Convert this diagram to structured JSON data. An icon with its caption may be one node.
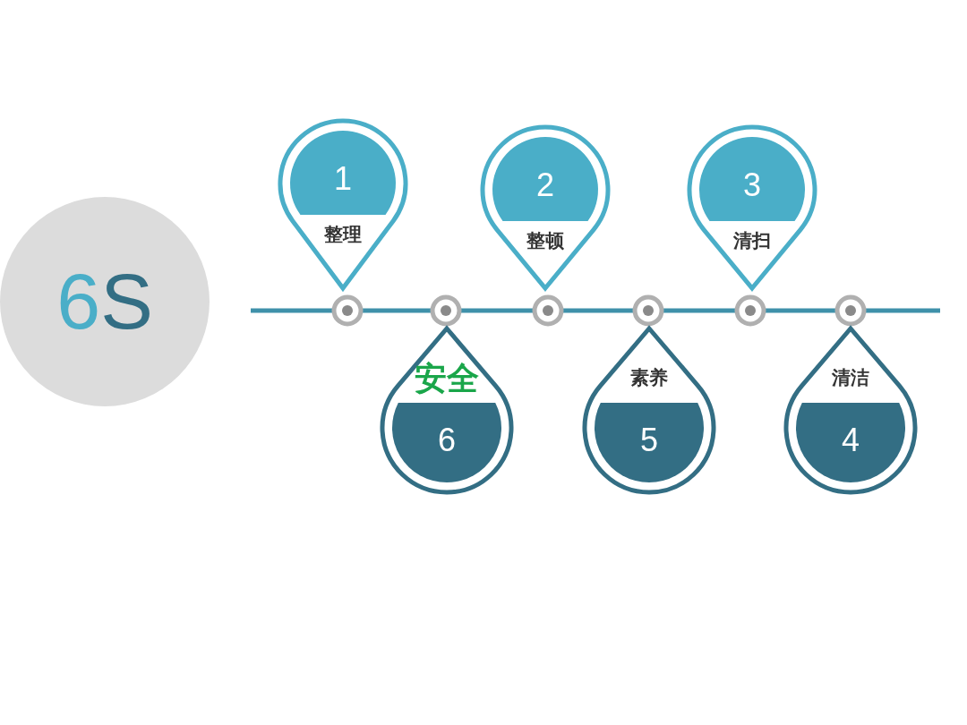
{
  "diagram": {
    "nodes": [
      {
        "text": [
          "6S"
        ]
      },
      {
        "text": [
          "1",
          "整理"
        ]
      },
      {
        "text": [
          "安全",
          "6"
        ]
      },
      {
        "text": [
          "2",
          "整顿"
        ]
      },
      {
        "text": [
          "素养",
          "5"
        ]
      },
      {
        "text": [
          "3",
          "清扫"
        ]
      },
      {
        "text": [
          "清洁",
          "4"
        ]
      }
    ]
  }
}
